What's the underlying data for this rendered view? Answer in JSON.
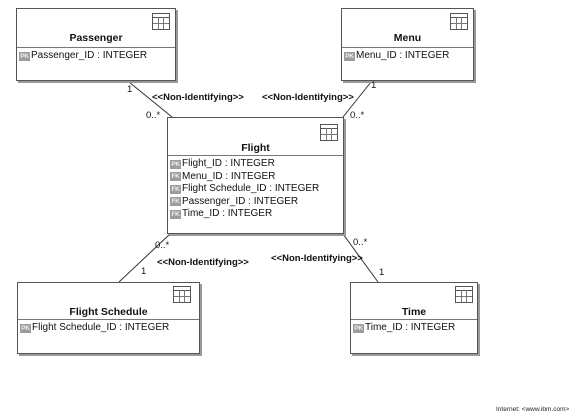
{
  "entities": {
    "passenger": {
      "name": "Passenger",
      "attributes": [
        {
          "key": "PK",
          "text": "Passenger_ID : INTEGER"
        }
      ]
    },
    "menu": {
      "name": "Menu",
      "attributes": [
        {
          "key": "PK",
          "text": "Menu_ID : INTEGER"
        }
      ]
    },
    "flight": {
      "name": "Flight",
      "attributes": [
        {
          "key": "PK",
          "text": "Flight_ID : INTEGER"
        },
        {
          "key": "FK",
          "text": "Menu_ID : INTEGER"
        },
        {
          "key": "FK",
          "text": "Flight Schedule_ID : INTEGER"
        },
        {
          "key": "FK",
          "text": "Passenger_ID : INTEGER"
        },
        {
          "key": "FK",
          "text": "Time_ID : INTEGER"
        }
      ]
    },
    "flight_schedule": {
      "name": "Flight Schedule",
      "attributes": [
        {
          "key": "PK",
          "text": "Flight Schedule_ID : INTEGER"
        }
      ]
    },
    "time": {
      "name": "Time",
      "attributes": [
        {
          "key": "PK",
          "text": "Time_ID : INTEGER"
        }
      ]
    }
  },
  "relationships": {
    "passenger_flight": {
      "stereotype": "<<Non-Identifying>>",
      "from_mult": "1",
      "to_mult": "0..*"
    },
    "menu_flight": {
      "stereotype": "<<Non-Identifying>>",
      "from_mult": "1",
      "to_mult": "0..*"
    },
    "schedule_flight": {
      "stereotype": "<<Non-Identifying>>",
      "from_mult": "1",
      "to_mult": "0..*"
    },
    "time_flight": {
      "stereotype": "<<Non-Identifying>>",
      "from_mult": "1",
      "to_mult": "0..*"
    }
  },
  "footer": "Internet: <www.ibm.com>",
  "colors": {
    "border": "#555555",
    "shadow": "#9a9a9a",
    "key_badge": "#9c9c9c"
  },
  "icons": {
    "entity": "table-icon"
  }
}
